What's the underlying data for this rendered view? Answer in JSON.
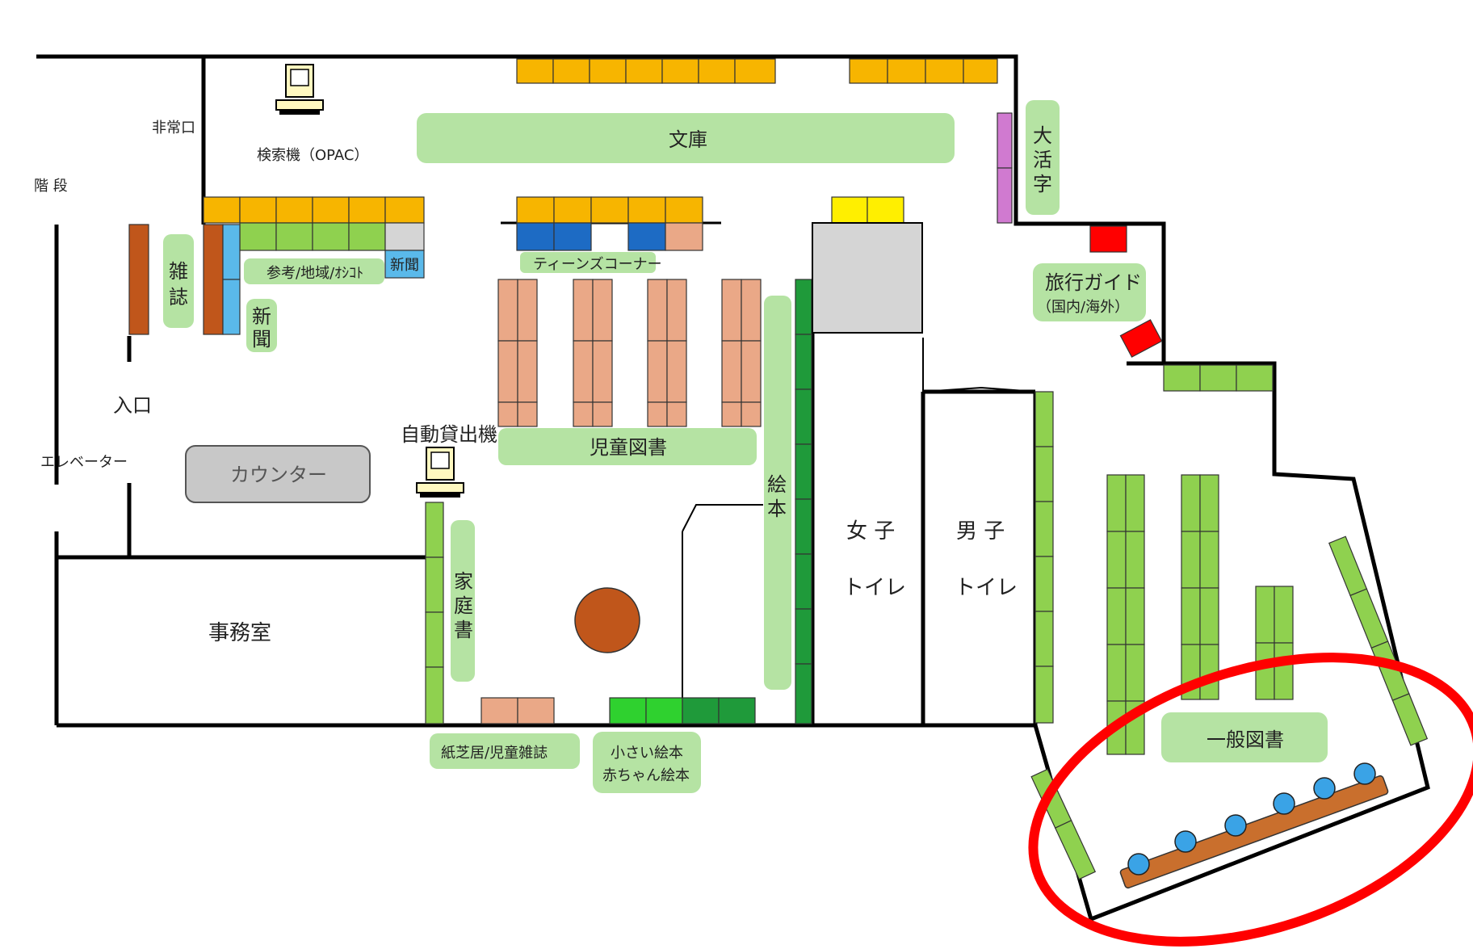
{
  "labels": {
    "emergency_exit": "非常口",
    "stairs": "階 段",
    "opac": "検索機（OPAC）",
    "bunko": "文庫",
    "large_print_1": "大",
    "large_print_2": "活",
    "large_print_3": "字",
    "magazines_1": "雑",
    "magazines_2": "誌",
    "reference": "参考/地域/ｵｼｺﾄ",
    "newspaper_small": "新聞",
    "newspaper_1": "新",
    "newspaper_2": "聞",
    "teens": "ティーンズコーナー",
    "travel_guide": "旅行ガイド",
    "travel_guide_sub": "（国内/海外）",
    "entrance": "入口",
    "self_checkout": "自動貸出機",
    "childrens_books": "児童図書",
    "elevator": "エレベーター",
    "counter": "カウンター",
    "picture_books_1": "絵",
    "picture_books_2": "本",
    "womens_1": "女 子",
    "womens_2": "トイレ",
    "mens_1": "男 子",
    "mens_2": "トイレ",
    "home_1": "家",
    "home_2": "庭",
    "home_3": "書",
    "office": "事務室",
    "general_books": "一般図書",
    "kamishibai": "紙芝居/児童雑誌",
    "small_books_1": "小さい絵本",
    "small_books_2": "赤ちゃん絵本"
  },
  "colors": {
    "wall": "#000000",
    "label_bg": "#b5e3a3",
    "orange_shelf": "#f7b500",
    "green_shelf": "#8fd14f",
    "dark_green_shelf": "#1f9a3a",
    "bright_green_shelf": "#2fd12f",
    "salmon_shelf": "#eaa887",
    "blue_shelf": "#1d6bc4",
    "light_blue_shelf": "#5ab9ea",
    "brown_shelf": "#c0561b",
    "magenta_shelf": "#d07ad0",
    "yellow_shelf": "#ffef00",
    "red_item": "#ff0000",
    "gray_box": "#d5d5d5",
    "counter_fill": "#c8c8c8",
    "table_fill": "#c96f2d",
    "seat_fill": "#3aa3e6",
    "round_table": "#c0561b",
    "highlight": "#ff0000"
  }
}
